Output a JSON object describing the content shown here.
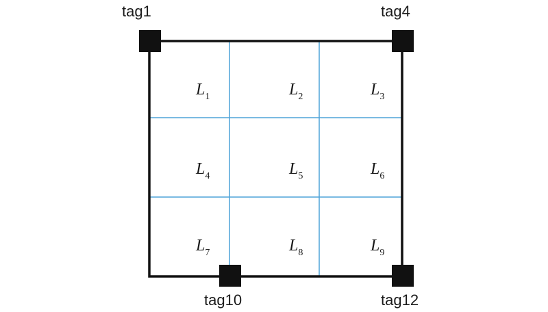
{
  "colors": {
    "frame": "#111111",
    "grid": "#4fa3d9",
    "tag": "#111111"
  },
  "grid": {
    "rows": 3,
    "cols": 3
  },
  "cells": [
    {
      "letter": "L",
      "sub": "1"
    },
    {
      "letter": "L",
      "sub": "2"
    },
    {
      "letter": "L",
      "sub": "3"
    },
    {
      "letter": "L",
      "sub": "4"
    },
    {
      "letter": "L",
      "sub": "5"
    },
    {
      "letter": "L",
      "sub": "6"
    },
    {
      "letter": "L",
      "sub": "7"
    },
    {
      "letter": "L",
      "sub": "8"
    },
    {
      "letter": "L",
      "sub": "9"
    }
  ],
  "tags": {
    "tag1": "tag1",
    "tag4": "tag4",
    "tag10": "tag10",
    "tag12": "tag12"
  }
}
